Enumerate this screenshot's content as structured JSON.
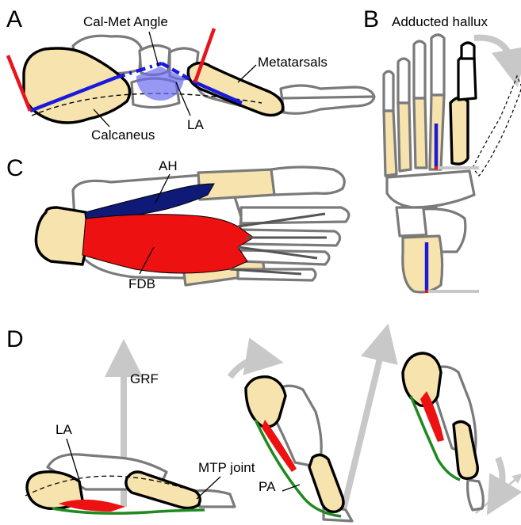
{
  "panels": {
    "a": {
      "letter": "A",
      "angle_label": "Cal-Met Angle",
      "metatarsals_label": "Metatarsals",
      "calcaneus_label": "Calcaneus",
      "la_label": "LA"
    },
    "b": {
      "letter": "B",
      "title": "Adducted hallux"
    },
    "c": {
      "letter": "C",
      "ah_label": "AH",
      "fdb_label": "FDB"
    },
    "d": {
      "letter": "D",
      "grf_label": "GRF",
      "la_label": "LA",
      "mtp_label": "MTP joint",
      "pa_label": "PA"
    }
  },
  "colors": {
    "bone_highlight": "#f7e3ad",
    "bone_outline": "#7a7a7a",
    "angle_line": "#e8141c",
    "axis_line": "#1a1adc",
    "abductor_hallucis": "#0f1a78",
    "flexor_digitorum_brevis": "#ee1111",
    "plantar_aponeurosis": "#1f8a1f",
    "arrow_gray": "#c8c8c8"
  }
}
